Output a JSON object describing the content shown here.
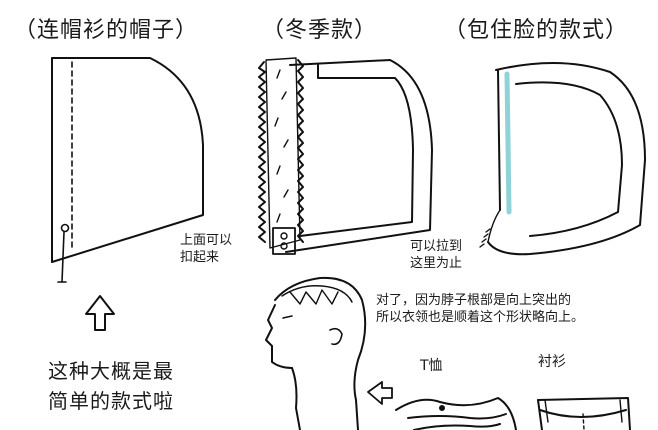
{
  "titles": {
    "hoodie": "（连帽衫的帽子）",
    "winter": "（冬季款）",
    "face_wrap": "（包住脸的款式）"
  },
  "notes": {
    "fur_line1": "上面可以",
    "fur_line2": "扣起来",
    "zip_line1": "可以拉到",
    "zip_line2": "这里为止",
    "neck_line1": "对了，因为脖子根部是向上突出的",
    "neck_line2": "所以衣领也是顺着这个形状略向上。"
  },
  "simple": {
    "line1": "这种大概是最",
    "line2": "简单的款式啦"
  },
  "collars": {
    "tshirt": "T恤",
    "shirt": "衬衫"
  },
  "colors": {
    "ink": "#111111",
    "zip_accent": "#8fd3d8"
  }
}
